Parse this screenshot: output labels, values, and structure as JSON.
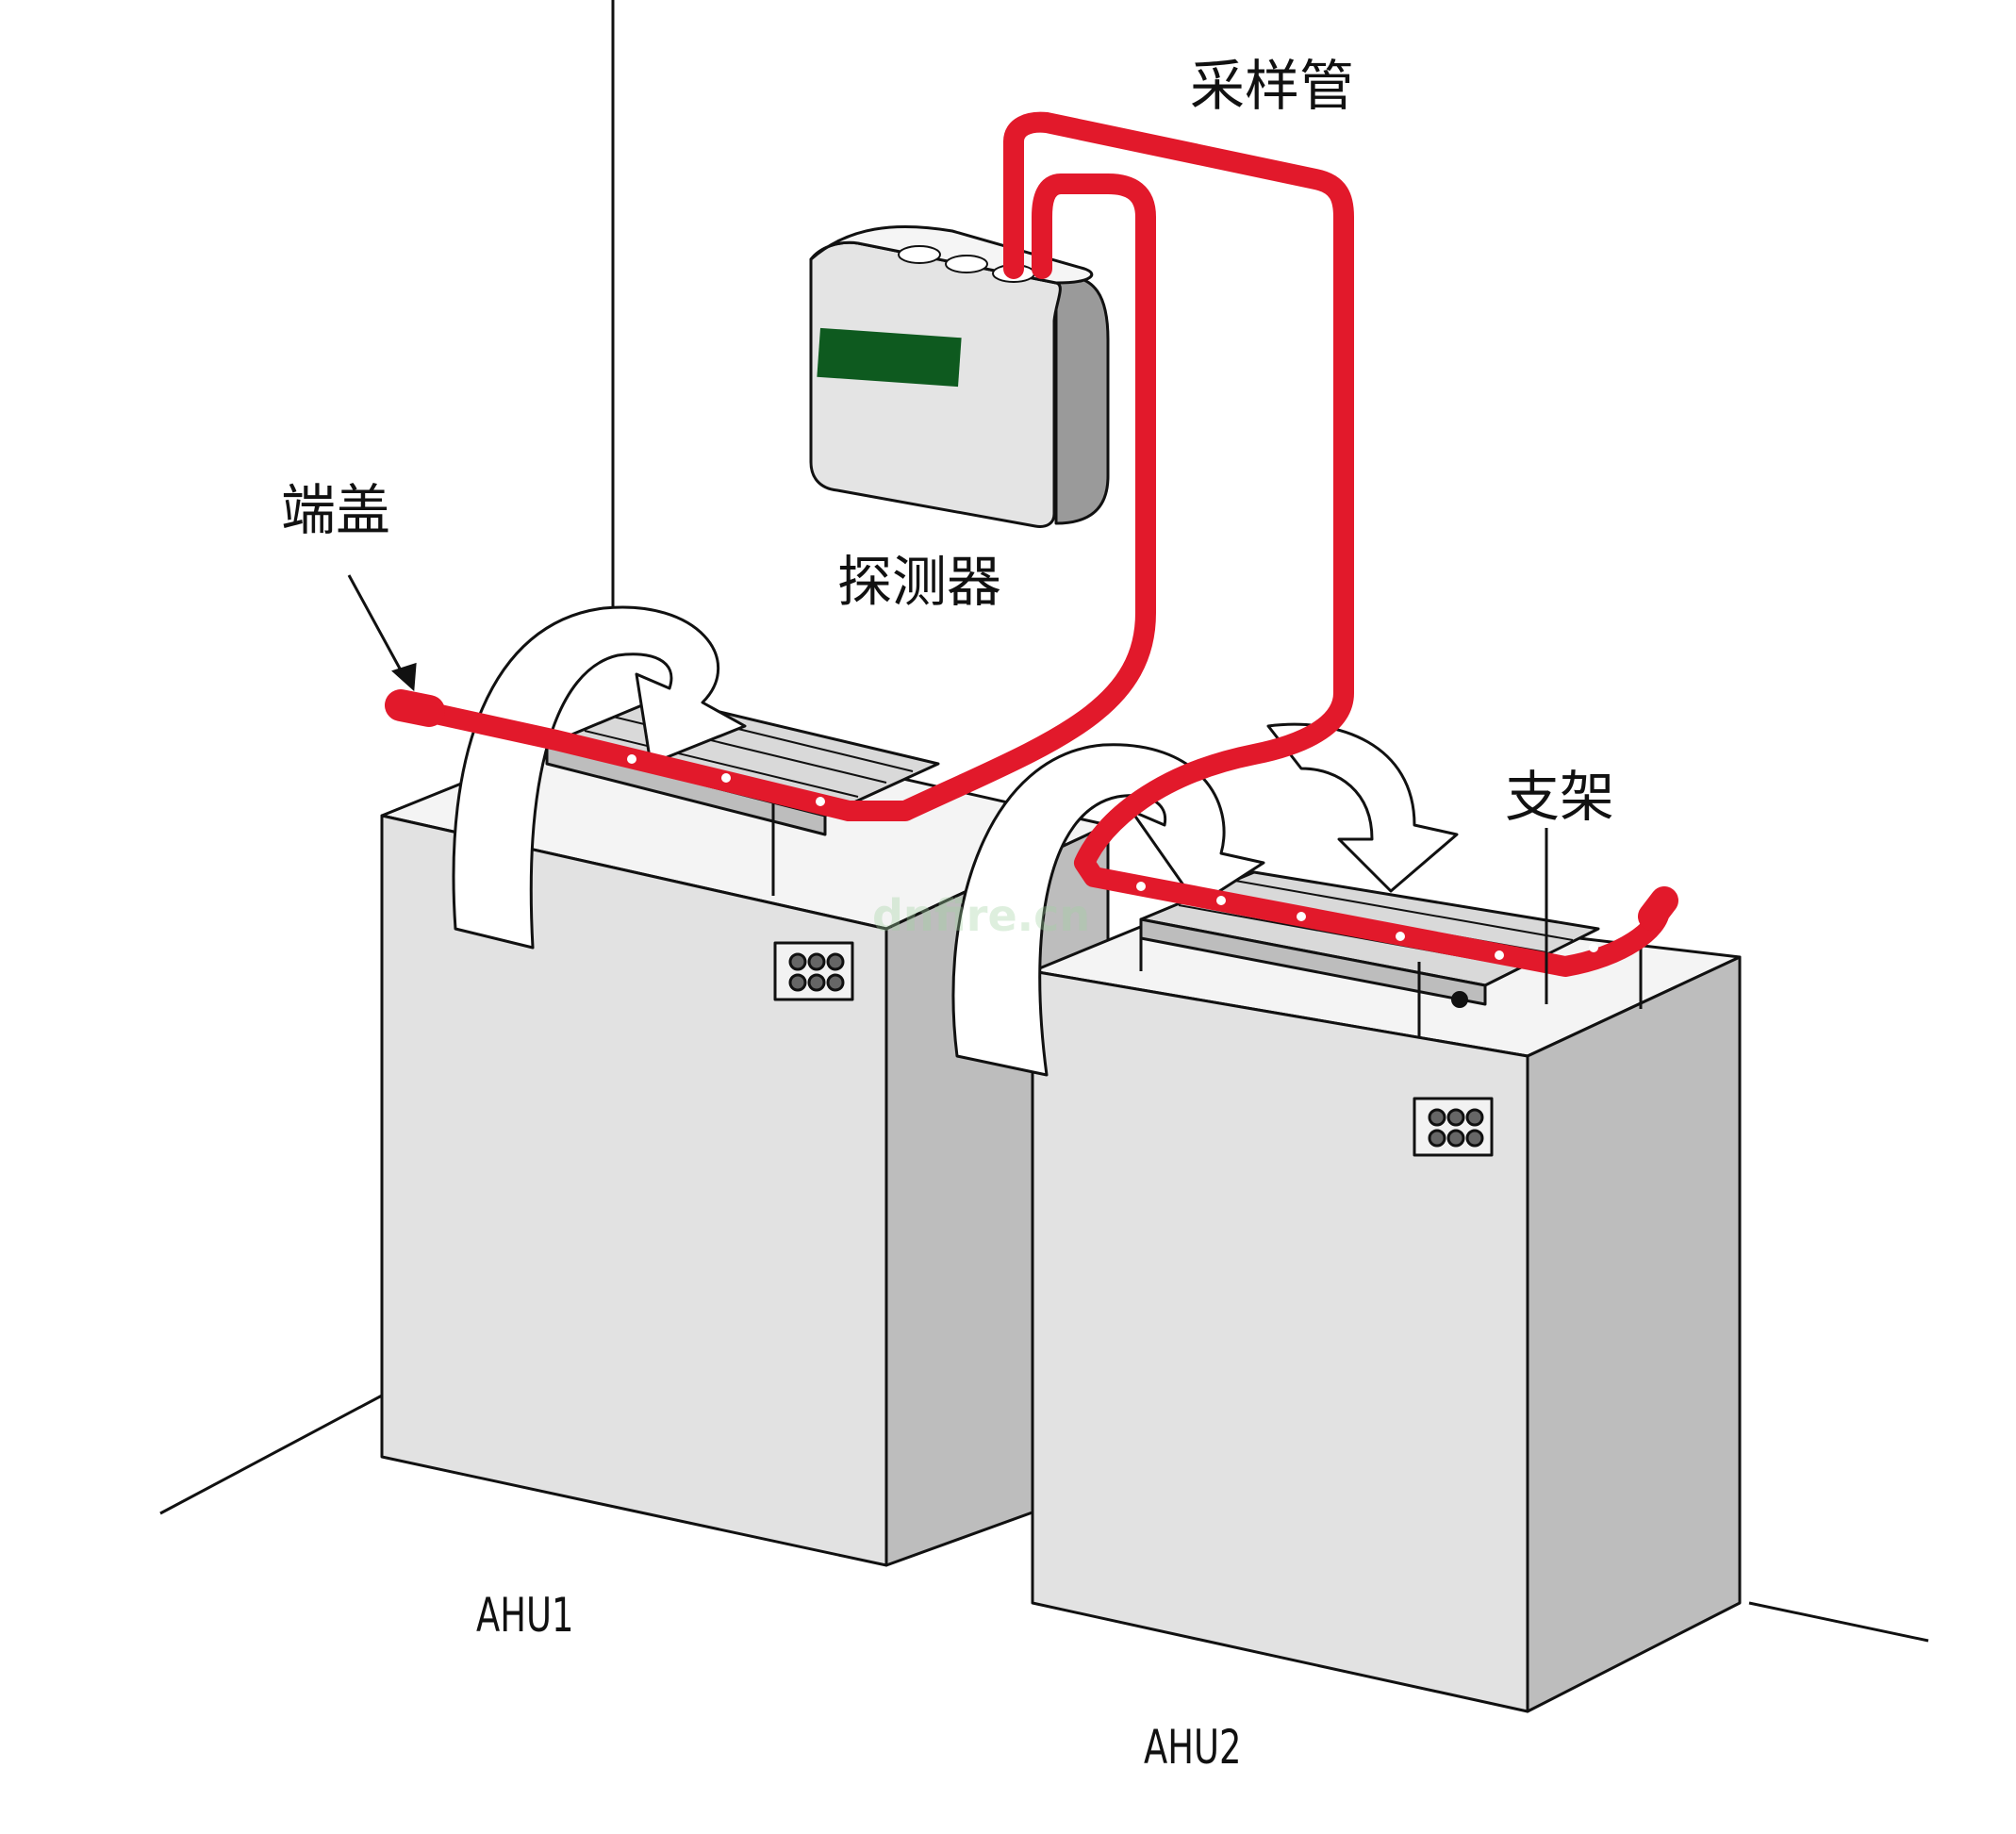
{
  "labels": {
    "sampling_pipe": "采样管",
    "end_cap": "端盖",
    "detector": "探测器",
    "bracket": "支架",
    "ahu1": "AHU1",
    "ahu2": "AHU2"
  },
  "watermark": "dnfire.cn",
  "colors": {
    "pipe": "#e2192b",
    "unit_front": "#e2e2e2",
    "unit_side": "#bdbdbd",
    "unit_top": "#f4f4f4",
    "display": "#0e5a1f",
    "line": "#111111"
  }
}
